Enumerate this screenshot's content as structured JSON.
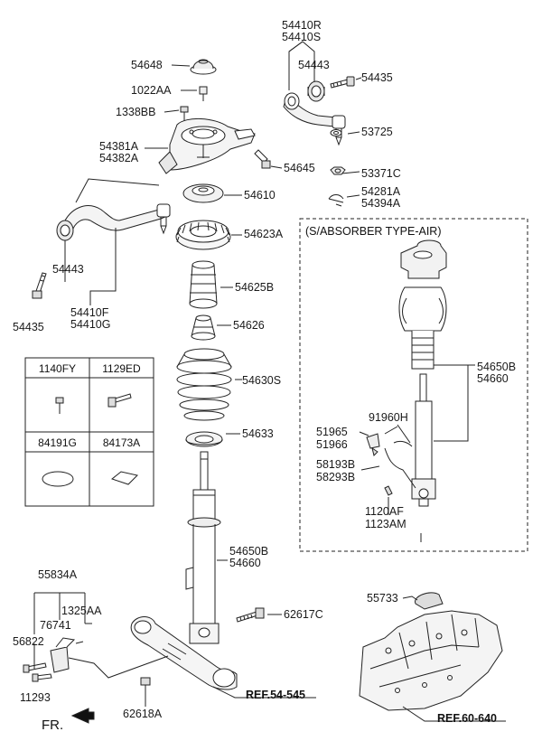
{
  "labels": {
    "p54410R": "54410R",
    "p54410S": "54410S",
    "p54648": "54648",
    "p54443_top": "54443",
    "p54435_top": "54435",
    "p1022AA": "1022AA",
    "p1338BB": "1338BB",
    "p54381A": "54381A",
    "p54382A": "54382A",
    "p53725": "53725",
    "p54645": "54645",
    "p53371C": "53371C",
    "p54610": "54610",
    "p54281A": "54281A",
    "p54394A": "54394A",
    "p54623A": "54623A",
    "p54443_left": "54443",
    "p54625B": "54625B",
    "p54410F": "54410F",
    "p54410G": "54410G",
    "p54435_left": "54435",
    "p54626": "54626",
    "p54630S": "54630S",
    "p54650B_air": "54650B",
    "p54660_air": "54660",
    "p51965": "51965",
    "p51966": "51966",
    "p91960H": "91960H",
    "p54633": "54633",
    "p58193B": "58193B",
    "p58293B": "58293B",
    "p1120AF": "1120AF",
    "p1123AM": "1123AM",
    "p54650B": "54650B",
    "p54660": "54660",
    "p55834A": "55834A",
    "p55733": "55733",
    "p1325AA": "1325AA",
    "p76741": "76741",
    "p56822": "56822",
    "p62617C": "62617C",
    "p11293": "11293",
    "p62618A": "62618A"
  },
  "air_box_title": "(S/ABSORBER TYPE-AIR)",
  "parts_table": {
    "headers_top": [
      "1140FY",
      "1129ED"
    ],
    "headers_bottom": [
      "84191G",
      "84173A"
    ]
  },
  "refs": {
    "ref_strut": "REF.54-545",
    "ref_body": "REF.60-640"
  },
  "front_marker": "FR."
}
